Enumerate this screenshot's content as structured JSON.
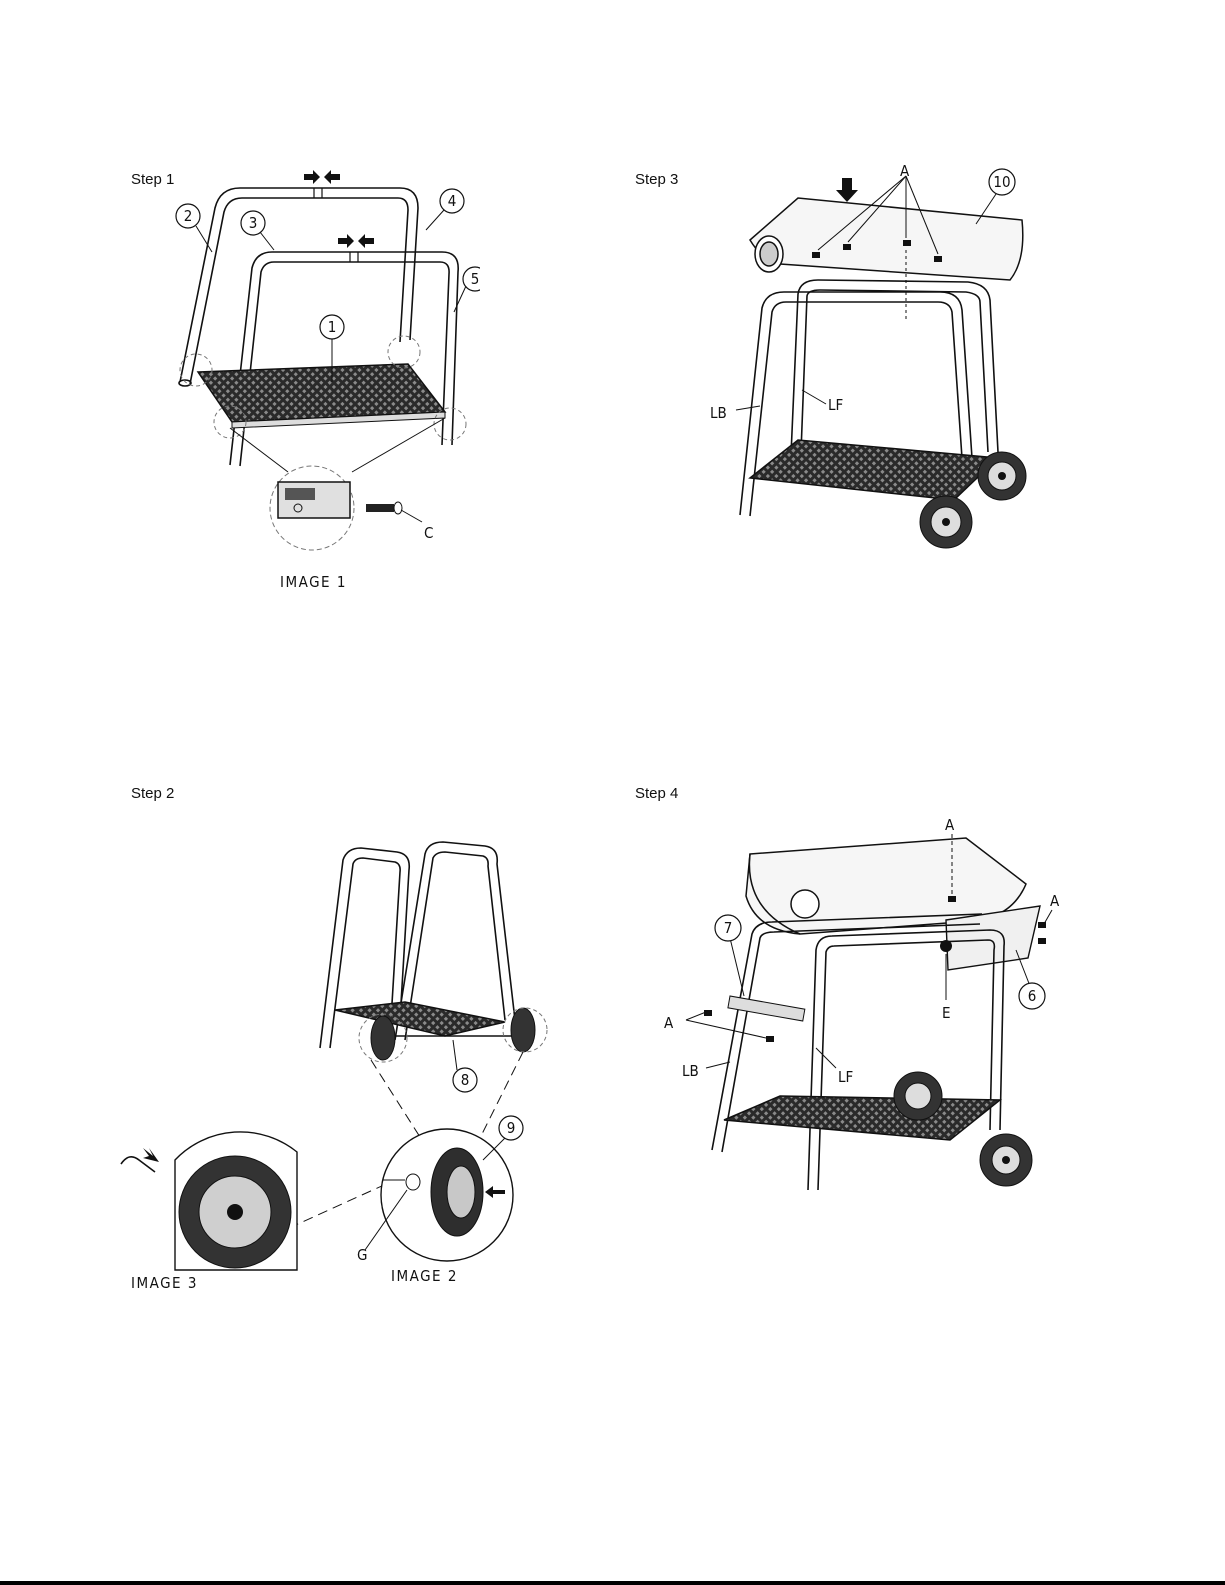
{
  "steps": {
    "step1": {
      "label": "Step 1",
      "caption": "IMAGE 1",
      "callouts": [
        "1",
        "2",
        "3",
        "4",
        "5"
      ],
      "letters": [
        "C"
      ]
    },
    "step2": {
      "label": "Step 2",
      "captions": [
        "IMAGE 3",
        "IMAGE 2"
      ],
      "callouts": [
        "8",
        "9"
      ],
      "letters": [
        "G"
      ]
    },
    "step3": {
      "label": "Step 3",
      "callouts": [
        "10"
      ],
      "letters": [
        "A",
        "LB",
        "LF"
      ]
    },
    "step4": {
      "label": "Step 4",
      "callouts": [
        "7",
        "6"
      ],
      "letters": [
        "A",
        "A",
        "A",
        "E",
        "LB",
        "LF"
      ]
    }
  },
  "icons": [
    "arrow-right-icon",
    "arrow-left-icon",
    "arrow-down-icon",
    "screw-icon",
    "wheel-icon",
    "cotter-pin-icon"
  ]
}
